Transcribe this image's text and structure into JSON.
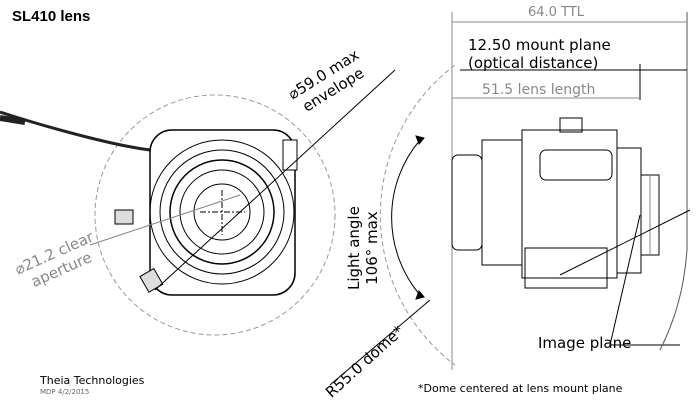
{
  "title": "SL410 lens",
  "company": "Theia Technologies",
  "drawn_by": "MDP 4/2/2015",
  "note": "*Dome centered at lens mount plane",
  "dimensions": {
    "ttl": "64.0 TTL",
    "mount_plane": "12.50 mount plane",
    "optical_distance": "(optical distance)",
    "lens_length": "51.5 lens length",
    "envelope_line1": "⌀59.0 max",
    "envelope_line2": "envelope",
    "aperture_line1": "⌀21.2 clear",
    "aperture_line2": "aperture",
    "light_line1": "Light angle",
    "light_line2": "106° max",
    "dome": "R55.0 dome*",
    "image_plane": "Image plane"
  }
}
